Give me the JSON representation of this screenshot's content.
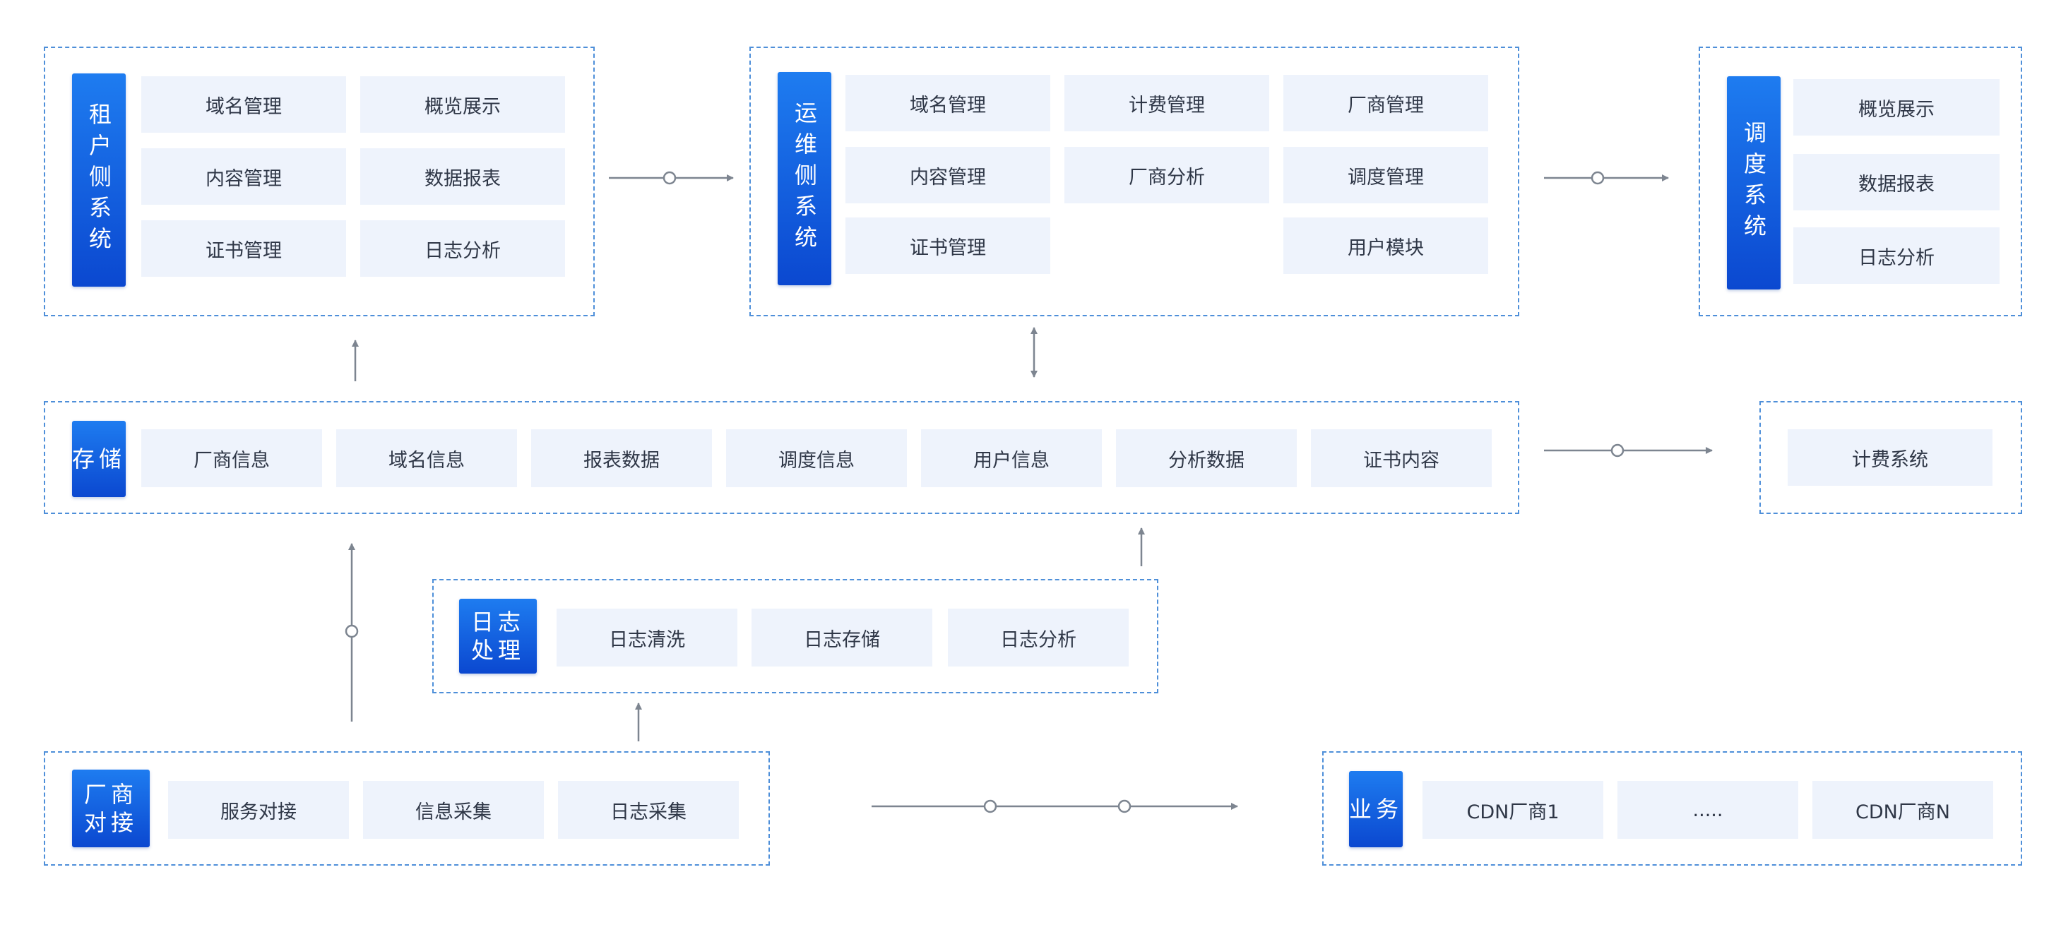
{
  "tenant": {
    "tag": "租户侧系统",
    "items": [
      "域名管理",
      "概览展示",
      "内容管理",
      "数据报表",
      "证书管理",
      "日志分析"
    ]
  },
  "ops": {
    "tag": "运维侧系统",
    "items": [
      "域名管理",
      "计费管理",
      "厂商管理",
      "内容管理",
      "厂商分析",
      "调度管理",
      "证书管理",
      "用户模块"
    ]
  },
  "dispatch": {
    "tag": "调度系统",
    "items": [
      "概览展示",
      "数据报表",
      "日志分析"
    ]
  },
  "storage": {
    "tag": "存储",
    "items": [
      "厂商信息",
      "域名信息",
      "报表数据",
      "调度信息",
      "用户信息",
      "分析数据",
      "证书内容"
    ]
  },
  "billing": {
    "item": "计费系统"
  },
  "log": {
    "tag": "日志处理",
    "items": [
      "日志清洗",
      "日志存储",
      "日志分析"
    ]
  },
  "vendor": {
    "tag": "厂商对接",
    "items": [
      "服务对接",
      "信息采集",
      "日志采集"
    ]
  },
  "business": {
    "tag": "业务",
    "items": [
      "CDN厂商1",
      ".....",
      "CDN厂商N"
    ]
  },
  "colors": {
    "border": "#4e8fd9",
    "tag": "#0b48d0",
    "cell": "#eef3fc",
    "arrow": "#7d8590"
  }
}
